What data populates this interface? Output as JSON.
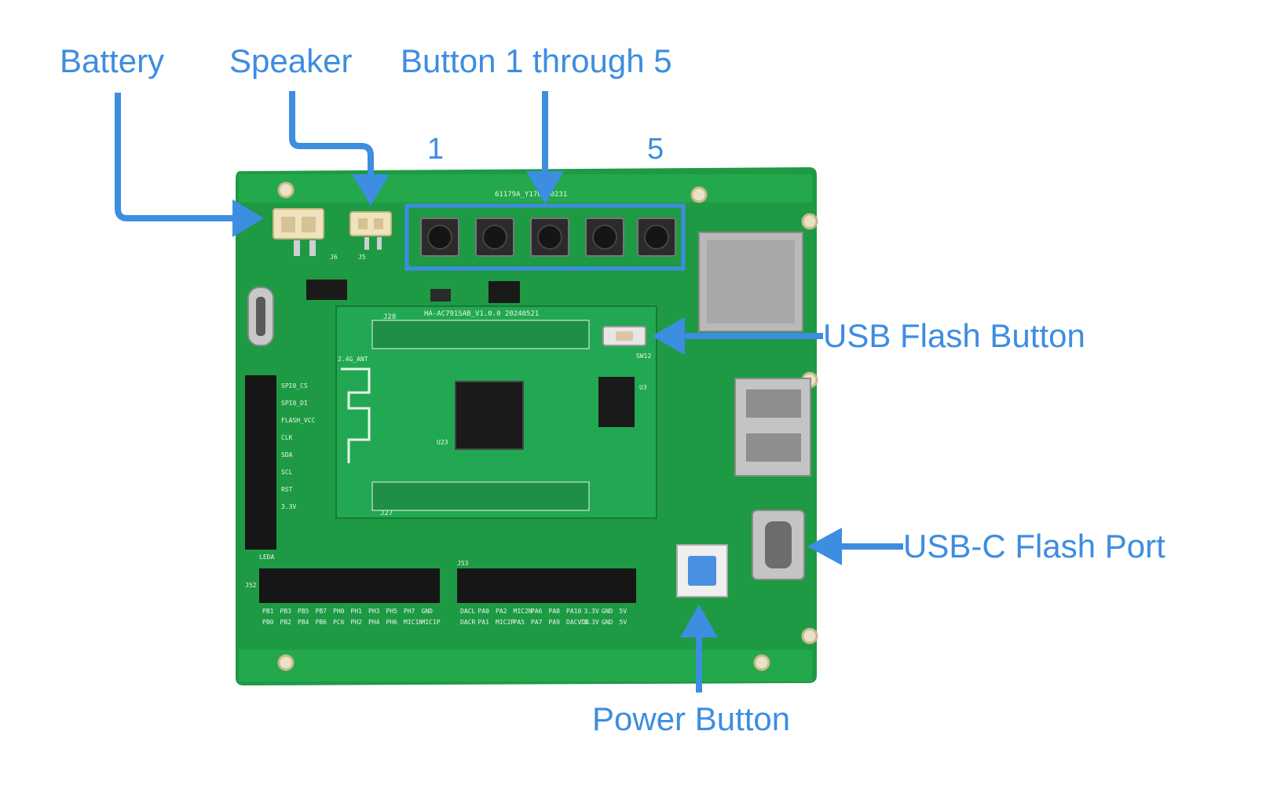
{
  "labels": {
    "battery": "Battery",
    "speaker": "Speaker",
    "buttons": "Button 1 through 5",
    "button_first": "1",
    "button_last": "5",
    "usb_flash_button": "USB Flash Button",
    "usbc_flash_port": "USB-C Flash Port",
    "power_button": "Power Button"
  },
  "silkscreen": {
    "board_id": "61179A_Y176_20231",
    "module_name": "HA-AC791SAB_V1.0.0  20240521",
    "header_top": "J28",
    "header_bottom": "J27",
    "antenna": "2.4G_ANT",
    "sw12": "SW12",
    "chip": "U23",
    "u3": "U3",
    "j53": "J53",
    "j52": "J52",
    "j6": "J6",
    "j5": "J5",
    "pins_row1": [
      "PB1",
      "PB3",
      "PB5",
      "PB7",
      "PH0",
      "PH1",
      "PH3",
      "PH5",
      "PH7",
      "GND",
      "DACL",
      "PA0",
      "PA2",
      "MIC2N",
      "PA6",
      "PA8",
      "PA10",
      "3.3V",
      "GND",
      "5V"
    ],
    "pins_row2": [
      "PB0",
      "PB2",
      "PB4",
      "PB6",
      "PC6",
      "PH2",
      "PH4",
      "PH6",
      "MIC1N",
      "MIC1P",
      "DACR",
      "PA1",
      "MIC2P",
      "PA5",
      "PA7",
      "PA9",
      "DACVDD",
      "3.3V",
      "GND",
      "5V"
    ],
    "left_pins": [
      "SPI0_CS",
      "SPI0_DI",
      "FLASH_VCC",
      "CLK",
      "SDA",
      "SCL",
      "RST",
      "3.3V",
      "LEDA"
    ],
    "colors": {
      "board": "#1e9a44",
      "callout": "#3d8de0"
    }
  }
}
